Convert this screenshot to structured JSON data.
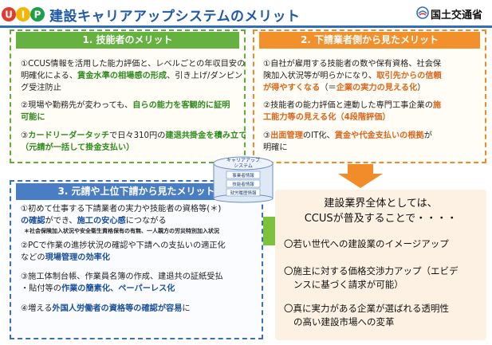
{
  "header": {
    "title": "建設キャリアアップシステムのメリット",
    "logo_left": "U",
    "logo_mid": "I",
    "logo_right": "P",
    "ministry": "国土交通省"
  },
  "panel1": {
    "title": "1. 技能者のメリット",
    "lines": [
      {
        "segments": [
          {
            "text": "①CCUS情報を活用した能力評価と、レベルごとの年収目安の",
            "cls": ""
          }
        ]
      },
      {
        "segments": [
          {
            "text": "明確化による、",
            "cls": ""
          },
          {
            "text": "賃金水準の相場感の形成",
            "cls": "g"
          },
          {
            "text": "、引き上げ/ダンピン",
            "cls": ""
          }
        ]
      },
      {
        "segments": [
          {
            "text": "グ受注防止",
            "cls": ""
          }
        ]
      },
      {
        "segments": [
          {
            "text": "②現場や勤務先が変わっても、",
            "cls": ""
          },
          {
            "text": "自らの能力を客観的に証明",
            "cls": "g"
          }
        ]
      },
      {
        "segments": [
          {
            "text": "可能に",
            "cls": "g"
          }
        ]
      },
      {
        "segments": [
          {
            "text": "③",
            "cls": ""
          },
          {
            "text": "カードリーダータッチ",
            "cls": "g"
          },
          {
            "text": "で日々310円の",
            "cls": ""
          },
          {
            "text": "建退共掛金を積み立て",
            "cls": "g"
          }
        ]
      },
      {
        "segments": [
          {
            "text": "（元請が一括して掛金支払い）",
            "cls": "g"
          }
        ]
      }
    ]
  },
  "panel2": {
    "title": "2. 下請業者側から見たメリット",
    "lines": [
      {
        "segments": [
          {
            "text": "①自社が雇用する技能者の数や保有資格、社会保",
            "cls": ""
          }
        ]
      },
      {
        "segments": [
          {
            "text": "険加入状況等が明らかになり、",
            "cls": ""
          },
          {
            "text": "取引先からの信頼",
            "cls": "o"
          }
        ]
      },
      {
        "segments": [
          {
            "text": "が得やすくなる",
            "cls": "o"
          },
          {
            "text": "（＝",
            "cls": ""
          },
          {
            "text": "企業の実力の見える化",
            "cls": "o"
          },
          {
            "text": "）",
            "cls": ""
          }
        ]
      },
      {
        "segments": [
          {
            "text": "②技能者の能力評価と連動した専門工事企業の",
            "cls": ""
          },
          {
            "text": "施",
            "cls": "o"
          }
        ]
      },
      {
        "segments": [
          {
            "text": "工能力等の見える化（4段階評価）",
            "cls": "o"
          }
        ]
      },
      {
        "segments": [
          {
            "text": "③",
            "cls": ""
          },
          {
            "text": "出面管理",
            "cls": "o"
          },
          {
            "text": "のIT化、",
            "cls": ""
          },
          {
            "text": "賃金や代金支払いの根拠",
            "cls": "o"
          },
          {
            "text": "が",
            "cls": ""
          }
        ]
      },
      {
        "segments": [
          {
            "text": "明確に",
            "cls": ""
          }
        ]
      }
    ]
  },
  "panel3": {
    "title": "3. 元請や上位下請から見たメリット",
    "lines": [
      {
        "segments": [
          {
            "text": "①初めて仕事する下請業者の実力や技能者の資格等(＊)",
            "cls": ""
          }
        ]
      },
      {
        "segments": [
          {
            "text": "の確認",
            "cls": "b"
          },
          {
            "text": "ができ、",
            "cls": ""
          },
          {
            "text": "施工の安心感",
            "cls": "b"
          },
          {
            "text": "につながる",
            "cls": ""
          }
        ]
      },
      {
        "segments": [
          {
            "text": "②PCで作業の進捗状況の確認や下請への支払いの適正化",
            "cls": ""
          }
        ]
      },
      {
        "segments": [
          {
            "text": "などの",
            "cls": ""
          },
          {
            "text": "現場管理の効率化",
            "cls": "b"
          }
        ]
      },
      {
        "segments": [
          {
            "text": "③施工体制台帳、作業員名簿の作成、建退共の証紙受払",
            "cls": ""
          }
        ]
      },
      {
        "segments": [
          {
            "text": "・貼付等の",
            "cls": ""
          },
          {
            "text": "作業の簡素化、ペーパーレス化",
            "cls": "b"
          }
        ]
      },
      {
        "segments": [
          {
            "text": "④増える",
            "cls": ""
          },
          {
            "text": "外国人労働者の資格等の確認が容易",
            "cls": "b"
          },
          {
            "text": "に",
            "cls": ""
          }
        ]
      }
    ],
    "note": "＊社会保険加入状況や安全衛生資格保有の有無、一人親方の労災特別加入状況"
  },
  "ccus": {
    "label_top": "キャリアアップ",
    "label_bottom": "システム",
    "rows": [
      "事業者情報",
      "技能者情報",
      "就労履歴情報"
    ]
  },
  "result": {
    "lead1": "建設業界全体としては、",
    "lead2": "CCUSが普及することで・・・・",
    "items": [
      "〇若い世代への建設業のイメージアップ",
      "〇施主に対する価格交渉力アップ（エビデ",
      "ンスに基づく請求が可能）",
      "〇真に実力がある企業が選ばれる透明性",
      "の高い建設市場への変革"
    ]
  },
  "colors": {
    "green": "#66b240",
    "orange": "#f2902b",
    "blue": "#4a7ec4",
    "title_blue": "#1f5aa6"
  }
}
